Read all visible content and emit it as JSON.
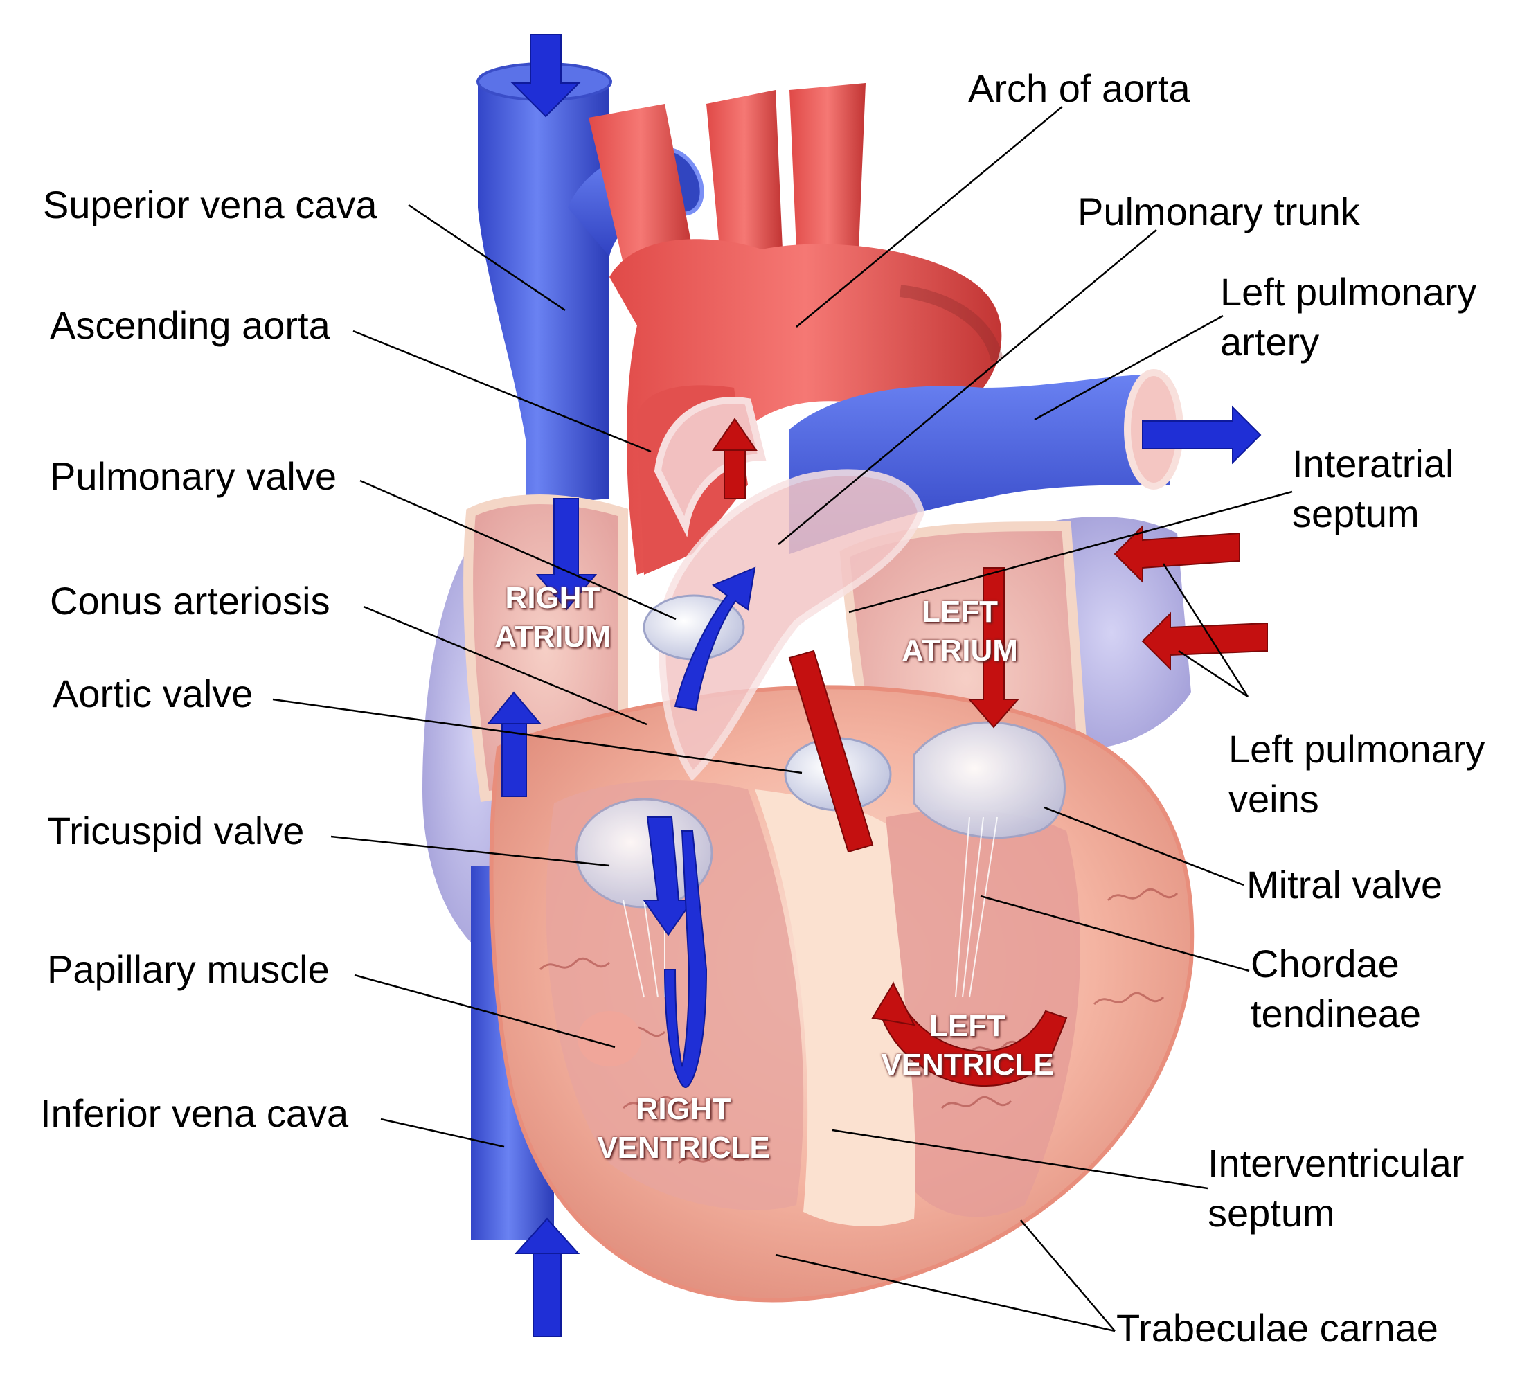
{
  "colors": {
    "vein_blue": "#4a63e0",
    "artery_red": "#e8514f",
    "muscle": "#f2b3a4",
    "flow_blue": "#1f2fd6",
    "flow_red": "#c41010"
  },
  "labels_left": [
    {
      "id": "superior-vena-cava",
      "lines": [
        "Superior vena cava"
      ]
    },
    {
      "id": "ascending-aorta",
      "lines": [
        "Ascending aorta"
      ]
    },
    {
      "id": "pulmonary-valve",
      "lines": [
        "Pulmonary valve"
      ]
    },
    {
      "id": "conus-arteriosis",
      "lines": [
        "Conus arteriosis"
      ]
    },
    {
      "id": "aortic-valve",
      "lines": [
        "Aortic valve"
      ]
    },
    {
      "id": "tricuspid-valve",
      "lines": [
        "Tricuspid valve"
      ]
    },
    {
      "id": "papillary-muscle",
      "lines": [
        "Papillary muscle"
      ]
    },
    {
      "id": "inferior-vena-cava",
      "lines": [
        "Inferior vena cava"
      ]
    }
  ],
  "labels_right": [
    {
      "id": "arch-of-aorta",
      "lines": [
        "Arch of aorta"
      ]
    },
    {
      "id": "pulmonary-trunk",
      "lines": [
        "Pulmonary trunk"
      ]
    },
    {
      "id": "left-pulmonary-artery",
      "lines": [
        "Left pulmonary",
        "artery"
      ]
    },
    {
      "id": "interatrial-septum",
      "lines": [
        "Interatrial",
        "septum"
      ]
    },
    {
      "id": "left-pulmonary-veins",
      "lines": [
        "Left pulmonary",
        "veins"
      ]
    },
    {
      "id": "mitral-valve",
      "lines": [
        "Mitral valve"
      ]
    },
    {
      "id": "chordae-tendineae",
      "lines": [
        "Chordae",
        "tendineae"
      ]
    },
    {
      "id": "interventricular-septum",
      "lines": [
        "Interventricular",
        "septum"
      ]
    },
    {
      "id": "trabeculae-carnae",
      "lines": [
        "Trabeculae carnae"
      ]
    }
  ],
  "chambers": [
    {
      "id": "right-atrium",
      "lines": [
        "RIGHT",
        "ATRIUM"
      ]
    },
    {
      "id": "left-atrium",
      "lines": [
        "LEFT",
        "ATRIUM"
      ]
    },
    {
      "id": "right-ventricle",
      "lines": [
        "RIGHT",
        "VENTRICLE"
      ]
    },
    {
      "id": "left-ventricle",
      "lines": [
        "LEFT",
        "VENTRICLE"
      ]
    }
  ]
}
